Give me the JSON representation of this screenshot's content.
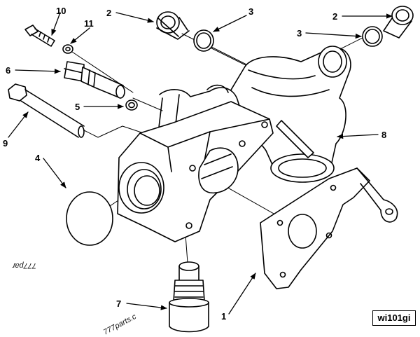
{
  "figure": {
    "id_label": "wi101gi"
  },
  "callouts": {
    "c1": "1",
    "c2a": "2",
    "c2b": "2",
    "c3a": "3",
    "c3b": "3",
    "c4": "4",
    "c5": "5",
    "c6": "6",
    "c7": "7",
    "c8": "8",
    "c9": "9",
    "c10": "10",
    "c11": "11"
  },
  "watermarks": {
    "left": "777par",
    "bottom": "777parts.c"
  }
}
